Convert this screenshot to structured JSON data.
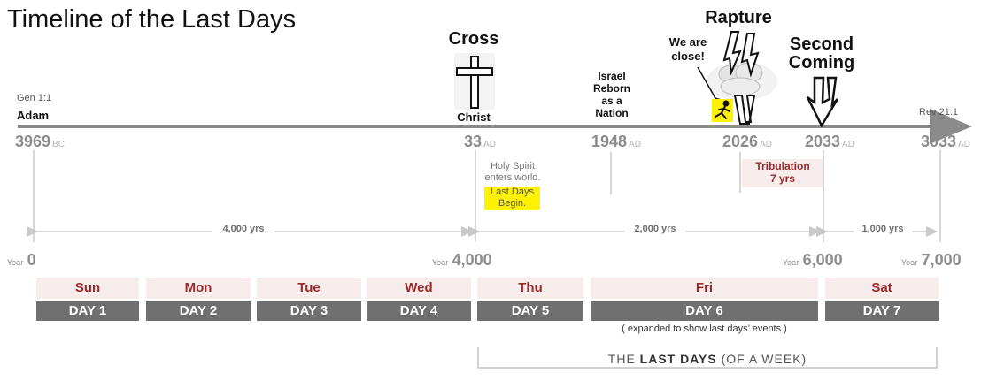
{
  "title": "Timeline of the Last Days",
  "events": {
    "gen": "Gen 1:1",
    "adam": "Adam",
    "cross": "Cross",
    "christ": "Christ",
    "israel": [
      "Israel",
      "Reborn",
      "as a",
      "Nation"
    ],
    "close": [
      "We are",
      "close!"
    ],
    "rapture": "Rapture",
    "second": [
      "Second",
      "Coming"
    ],
    "rev": "Rev 21:1"
  },
  "years": {
    "y3969": "3969",
    "bc": "BC",
    "y33": "33",
    "y1948": "1948",
    "y2026": "2026",
    "y2033": "2033",
    "y3033": "3033",
    "ad": "AD"
  },
  "notes": {
    "spirit": [
      "Holy Spirit",
      "enters world."
    ],
    "last_days": [
      "Last Days",
      "Begin."
    ],
    "trib": [
      "Tribulation",
      "7 yrs"
    ]
  },
  "spans": {
    "s1": "4,000 yrs",
    "s2": "2,000 yrs",
    "s3": "1,000 yrs"
  },
  "year_marks": {
    "label": "Year",
    "y0": "0",
    "y4000": "4,000",
    "y6000": "6,000",
    "y7000": "7,000"
  },
  "days": [
    {
      "name": "Sun",
      "num": "DAY 1"
    },
    {
      "name": "Mon",
      "num": "DAY 2"
    },
    {
      "name": "Tue",
      "num": "DAY 3"
    },
    {
      "name": "Wed",
      "num": "DAY 4"
    },
    {
      "name": "Thu",
      "num": "DAY 5"
    },
    {
      "name": "Fri",
      "num": "DAY 6"
    },
    {
      "name": "Sat",
      "num": "DAY 7"
    }
  ],
  "expanded_note": "( expanded to show last days’ events )",
  "week": {
    "pre": "THE ",
    "bold": "LAST DAYS",
    "post": " (OF A WEEK)"
  },
  "colors": {
    "accent": "#9b2b2b",
    "bar": "#707070",
    "highlight": "#fff200"
  }
}
